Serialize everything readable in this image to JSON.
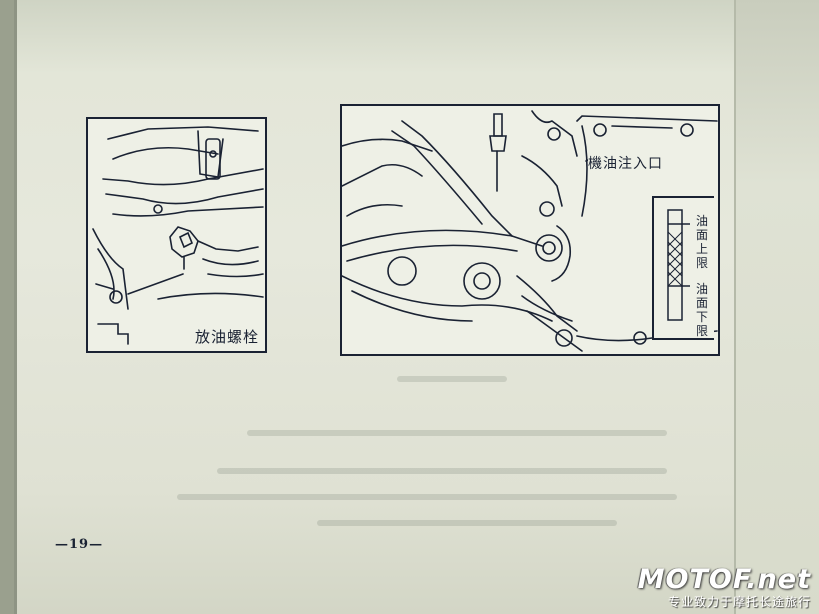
{
  "left_figure": {
    "drain_bolt_label": "放油螺栓"
  },
  "right_figure": {
    "oil_inlet_label": "機油注入口",
    "upper_limit_label": "油面上限",
    "lower_limit_label": "油面下限"
  },
  "page_number": "—19—",
  "watermark": {
    "brand": "MOTOF.net",
    "slogan": "专业致力于摩托长途旅行"
  }
}
